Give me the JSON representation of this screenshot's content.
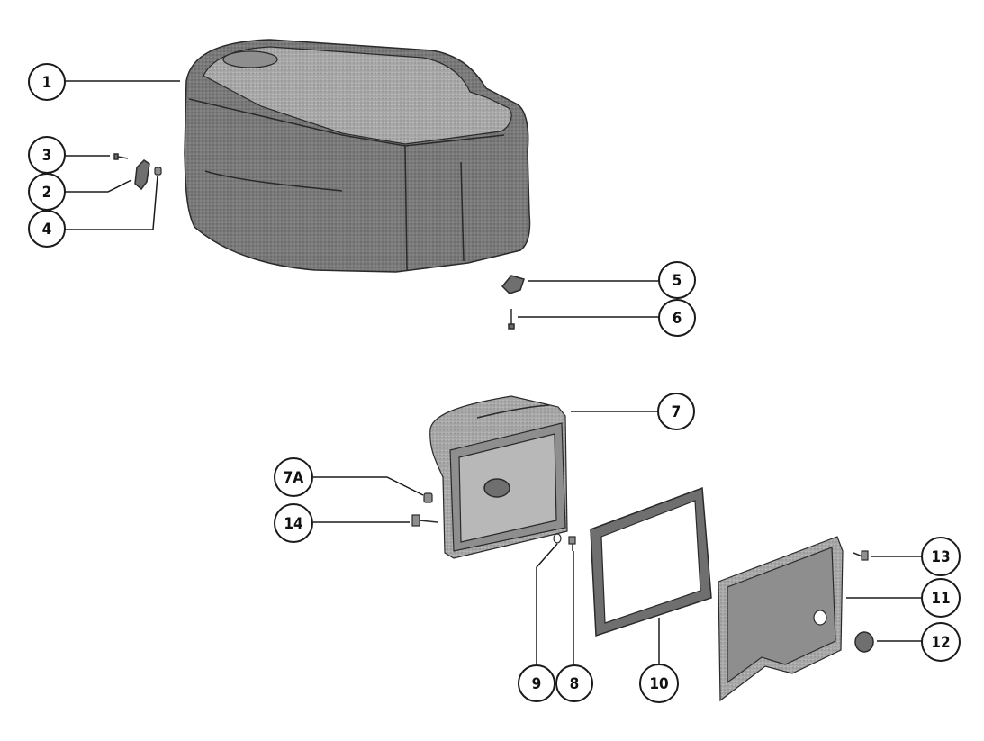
{
  "callouts": [
    {
      "id": "c1",
      "label": "1"
    },
    {
      "id": "c2",
      "label": "2"
    },
    {
      "id": "c3",
      "label": "3"
    },
    {
      "id": "c4",
      "label": "4"
    },
    {
      "id": "c5",
      "label": "5"
    },
    {
      "id": "c6",
      "label": "6"
    },
    {
      "id": "c7",
      "label": "7"
    },
    {
      "id": "c7a",
      "label": "7A"
    },
    {
      "id": "c8",
      "label": "8"
    },
    {
      "id": "c9",
      "label": "9"
    },
    {
      "id": "c10",
      "label": "10"
    },
    {
      "id": "c11",
      "label": "11"
    },
    {
      "id": "c12",
      "label": "12"
    },
    {
      "id": "c13",
      "label": "13"
    },
    {
      "id": "c14",
      "label": "14"
    }
  ]
}
